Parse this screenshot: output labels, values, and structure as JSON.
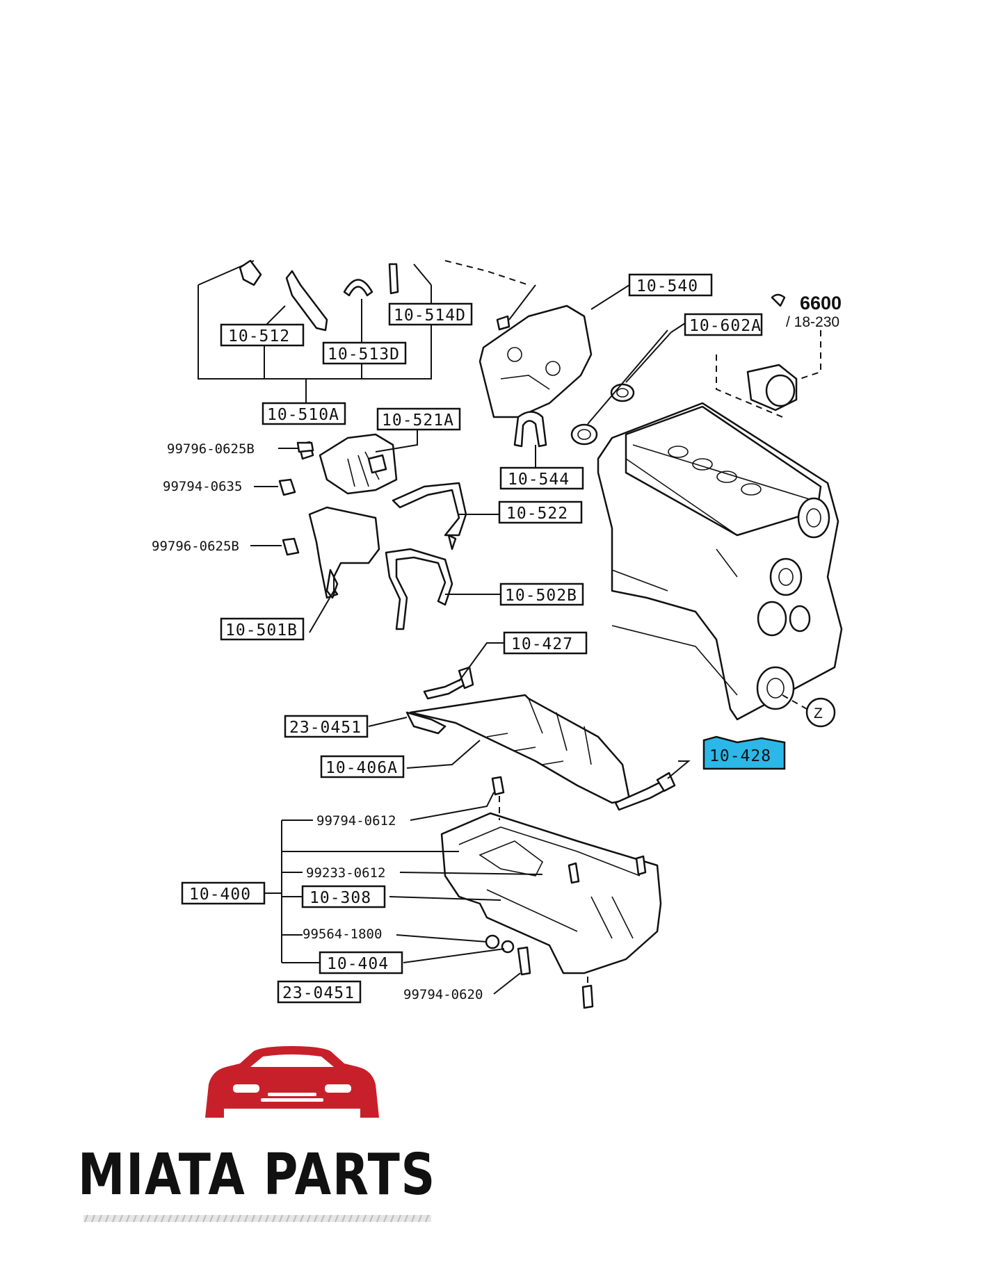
{
  "parts": {
    "p10_540": "10-540",
    "p10_602A": "10-602A",
    "ref_6600": "6600",
    "ref_18_230": "/ 18-230",
    "p10_514D": "10-514D",
    "p10_512": "10-512",
    "p10_513D": "10-513D",
    "p10_510A": "10-510A",
    "p10_521A": "10-521A",
    "p10_544": "10-544",
    "p10_522": "10-522",
    "p10_502B": "10-502B",
    "p10_501B": "10-501B",
    "p10_427": "10-427",
    "p23_0451_top": "23-0451",
    "p10_406A": "10-406A",
    "p10_428": "10-428",
    "p10_400": "10-400",
    "p10_308": "10-308",
    "p10_404": "10-404",
    "p23_0451_bottom": "23-0451",
    "b99796_0625B_top": "99796-0625B",
    "b99794_0635": "99794-0635",
    "b99796_0625B_mid": "99796-0625B",
    "b99794_0612": "99794-0612",
    "b99233_0612": "99233-0612",
    "b99564_1800": "99564-1800",
    "b99794_0620": "99794-0620",
    "z_marker": "Z"
  },
  "highlight_color": "#2bb8e8",
  "brand": {
    "name": "MIATA PARTS",
    "color_logo": "#c8202a"
  }
}
